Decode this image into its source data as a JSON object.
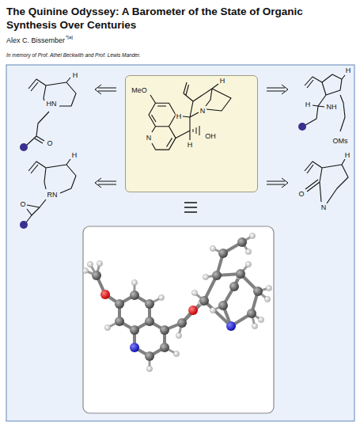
{
  "diagram": {
    "title": "The Quinine Odyssey: A Barometer of the State of Organic Synthesis Over Centuries",
    "nodes": [
      {
        "text": [
          "MeO",
          "H",
          "H",
          "N",
          "OH",
          "H",
          "N"
        ]
      }
    ],
    "labels": [
      "Alex C. Bissember",
      "*[a]",
      "In memory of Prof. Athel Beckwith and Prof. Lewis Mander.",
      "H",
      "HN",
      "O",
      "H",
      "H",
      "NH",
      "OMs",
      "H",
      "RN",
      "O",
      "H",
      "O",
      "N"
    ]
  }
}
